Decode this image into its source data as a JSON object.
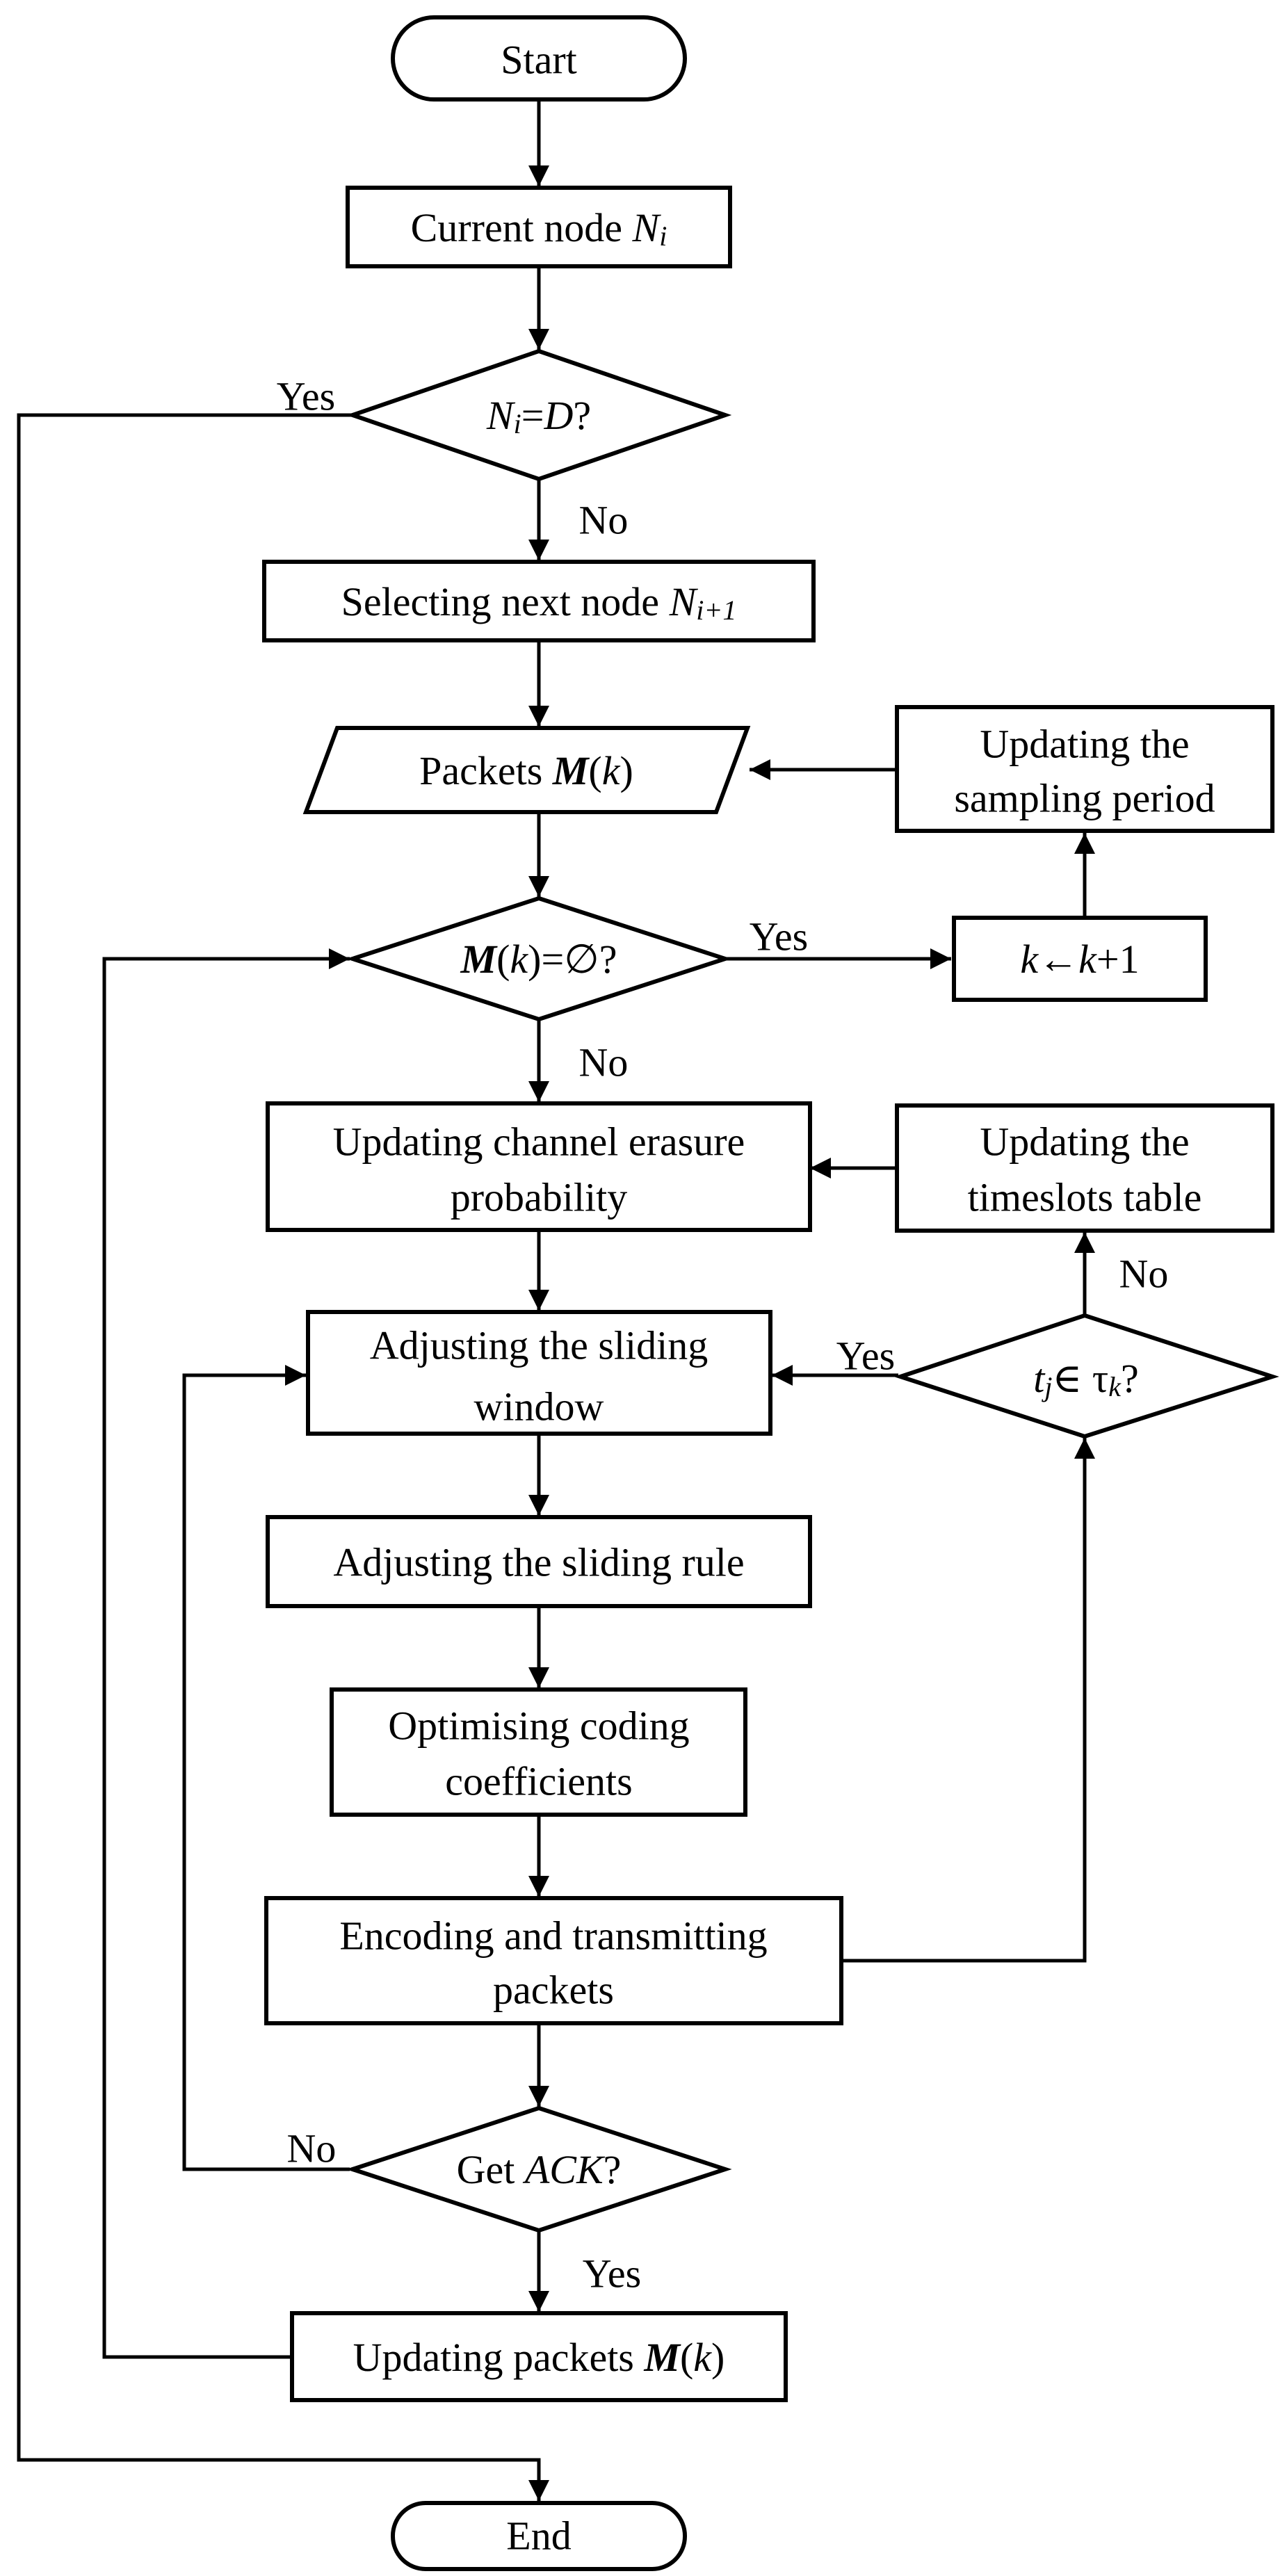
{
  "nodes": {
    "start": "Start",
    "current_node": {
      "text": "Current node ",
      "var": "N",
      "sub": "i"
    },
    "check_dest": {
      "var1": "N",
      "sub": "i",
      "eq": "=",
      "var2": "D",
      "q": "?"
    },
    "select_next": {
      "text": "Selecting next node ",
      "var": "N",
      "sub": "i+1"
    },
    "packets": {
      "text": "Packets ",
      "m": "M",
      "open": "(",
      "k": "k",
      "close": ")"
    },
    "check_empty": {
      "m": "M",
      "open": "(",
      "k": "k",
      "rest": ")=∅?"
    },
    "k_increment": {
      "k1": "k",
      "arrow": "←",
      "k2": "k",
      "plus": "+1"
    },
    "update_sampling": {
      "line1": "Updating the",
      "line2": "sampling period"
    },
    "update_channel": {
      "line1": "Updating channel erasure",
      "line2": "probability"
    },
    "update_timeslots": {
      "line1": "Updating the",
      "line2": "timeslots table"
    },
    "adjust_window": {
      "line1": "Adjusting the sliding",
      "line2": "window"
    },
    "check_timeslot": {
      "t": "t",
      "tsub": "j",
      "in": "∈ τ",
      "ksub": "k",
      "q": "?"
    },
    "adjust_rule": "Adjusting the sliding rule",
    "optimise": {
      "line1": "Optimising coding",
      "line2": "coefficients"
    },
    "encode": {
      "line1": "Encoding and transmitting",
      "line2": "packets"
    },
    "get_ack": {
      "text": "Get ",
      "ack": "ACK",
      "q": "?"
    },
    "update_packets": {
      "text": "Updating packets ",
      "m": "M",
      "open": "(",
      "k": "k",
      "close": ")"
    },
    "end": "End"
  },
  "edge_labels": {
    "dest_yes": "Yes",
    "dest_no": "No",
    "empty_yes": "Yes",
    "empty_no": "No",
    "timeslot_yes": "Yes",
    "timeslot_no": "No",
    "ack_no": "No",
    "ack_yes": "Yes"
  }
}
